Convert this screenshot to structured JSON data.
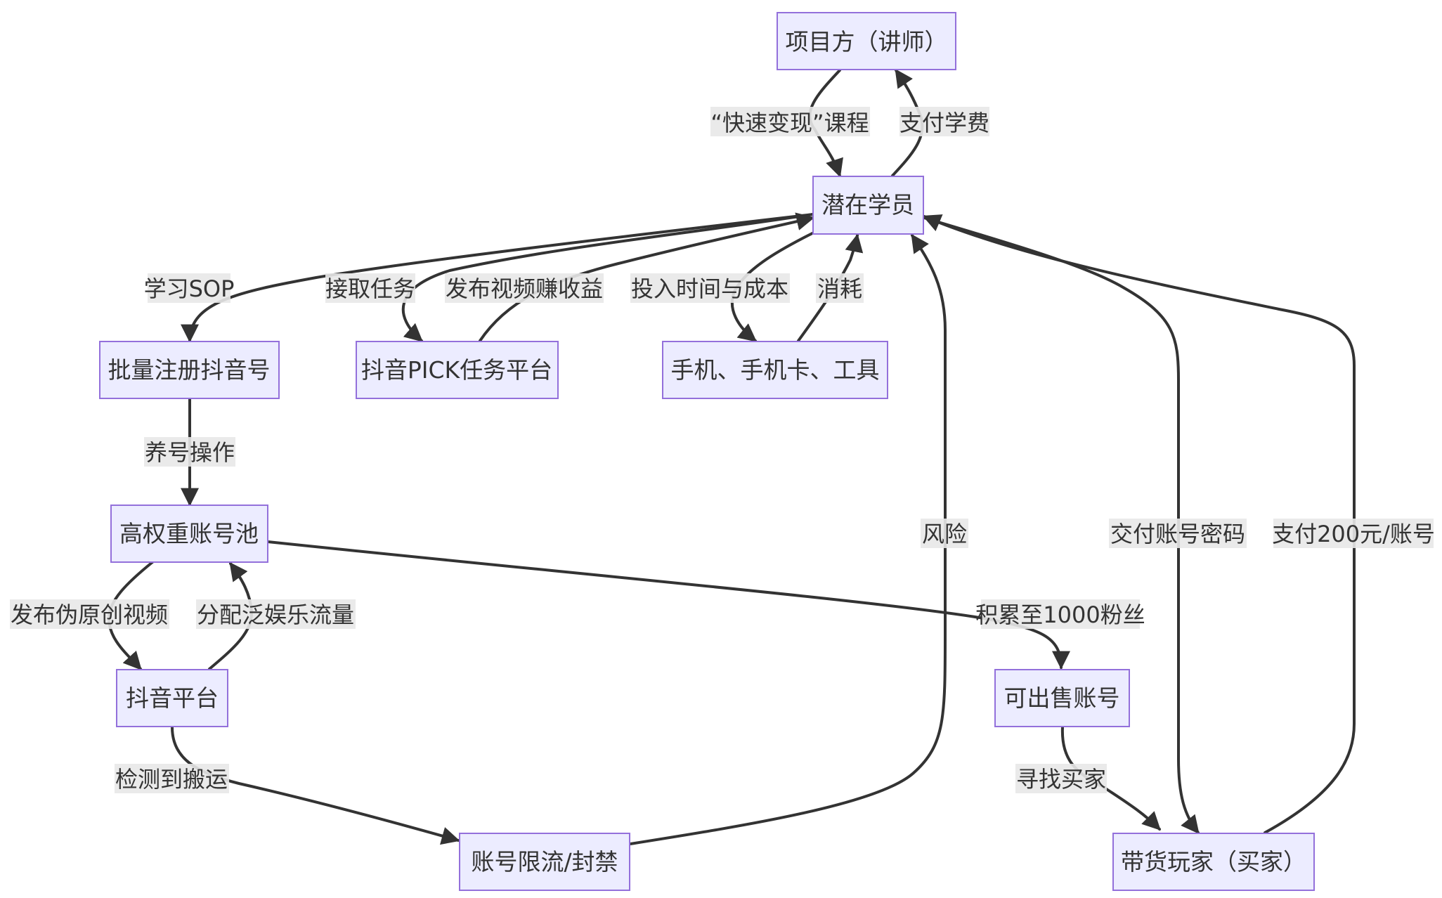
{
  "diagram": {
    "type": "flowchart",
    "colors": {
      "node_fill": "#ECECFF",
      "node_stroke": "#9370DB",
      "edge": "#333333",
      "label_bg": "#e8e8e8",
      "text": "#333333"
    },
    "nodes": {
      "project": "项目方（讲师）",
      "student": "潜在学员",
      "register": "批量注册抖音号",
      "pick": "抖音PICK任务平台",
      "phone": "手机、手机卡、工具",
      "pool": "高权重账号池",
      "douyin": "抖音平台",
      "sellable": "可出售账号",
      "banned": "账号限流/封禁",
      "buyer": "带货玩家（买家）"
    },
    "edges": {
      "course": "“快速变现”课程",
      "tuition": "支付学费",
      "learn_sop": "学习SOP",
      "take_task": "接取任务",
      "earn": "发布视频赚收益",
      "invest": "投入时间与成本",
      "consume": "消耗",
      "nurture": "养号操作",
      "fake_video": "发布伪原创视频",
      "traffic": "分配泛娱乐流量",
      "accumulate": "积累至1000粉丝",
      "detect": "检测到搬运",
      "risk": "风险",
      "find_buyer": "寻找买家",
      "deliver": "交付账号密码",
      "pay": "支付200元/账号"
    }
  }
}
